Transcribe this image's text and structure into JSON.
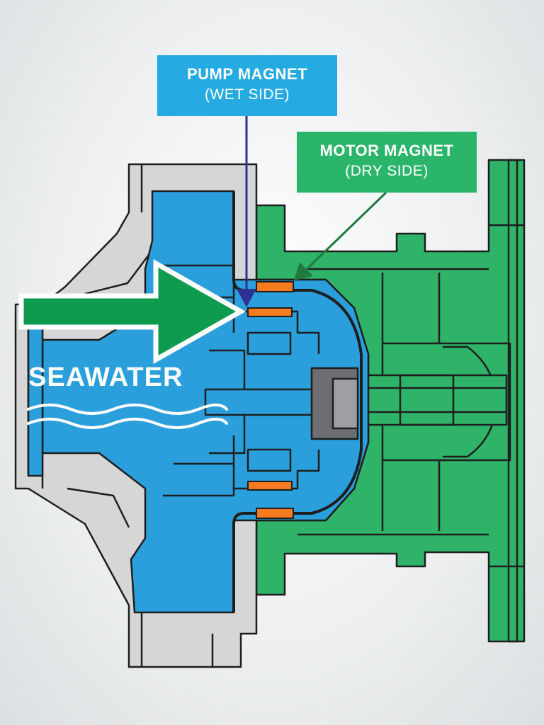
{
  "callouts": {
    "pump": {
      "title": "PUMP MAGNET",
      "subtitle": "(WET SIDE)"
    },
    "motor": {
      "title": "MOTOR MAGNET",
      "subtitle": "(DRY SIDE)"
    }
  },
  "flow_label": "SEAWATER",
  "colors": {
    "water": "#2a9fdc",
    "motor_body": "#2fb368",
    "pump_housing": "#d6d6d6",
    "magnet": "#f47b20",
    "pump_arrow": "#2e3192",
    "motor_arrow": "#1f7a3e",
    "callout_blue": "#25aae1",
    "callout_green": "#2bb56a"
  }
}
